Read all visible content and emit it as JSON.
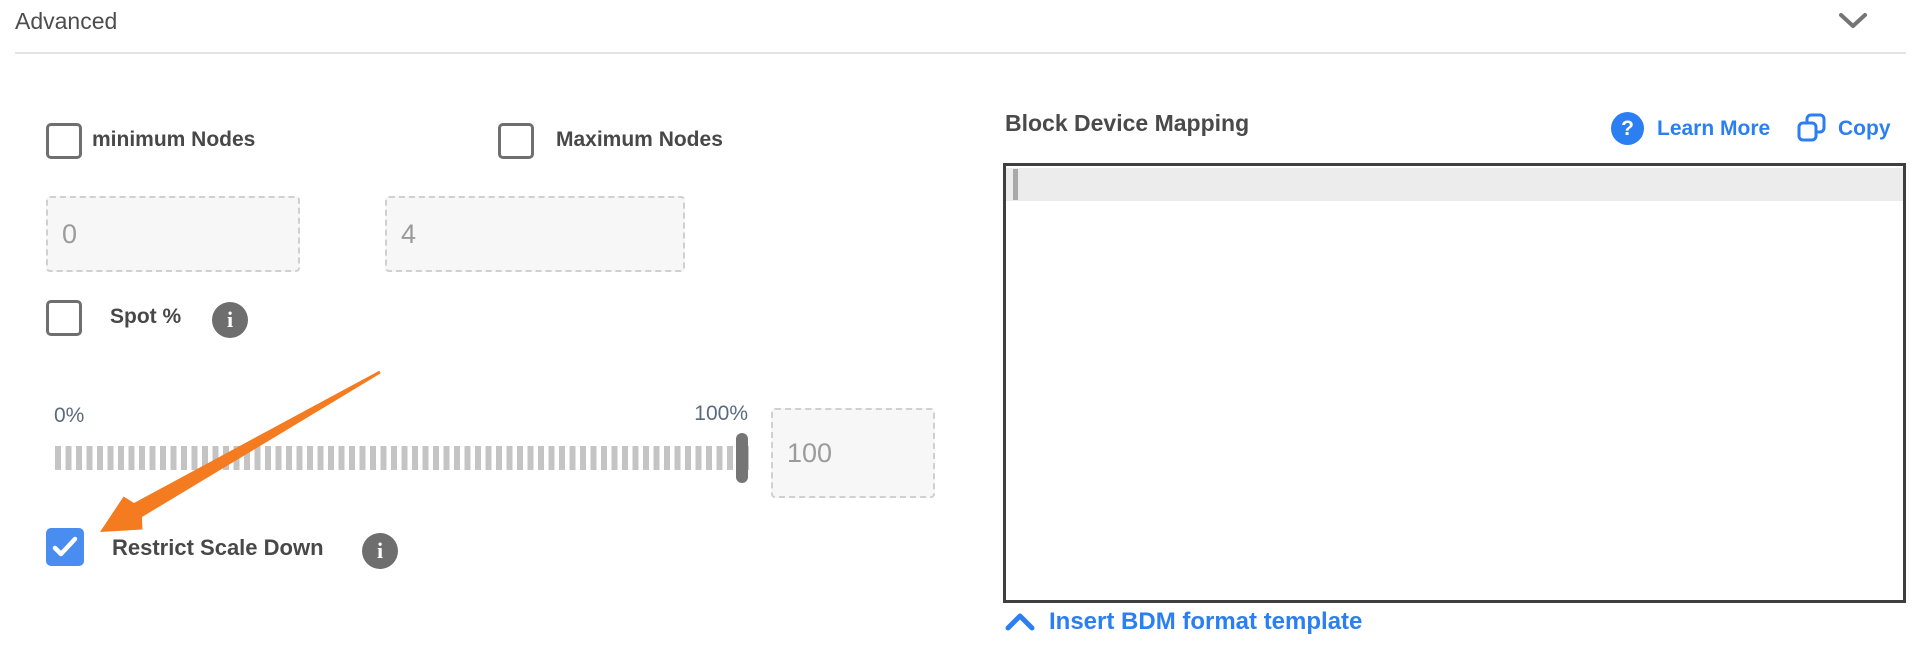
{
  "header": {
    "title": "Advanced",
    "collapse_icon": "chevron-down-icon"
  },
  "form": {
    "minimum_nodes": {
      "label": "minimum Nodes",
      "checked": false,
      "value": "0"
    },
    "maximum_nodes": {
      "label": "Maximum Nodes",
      "checked": false,
      "value": "4"
    },
    "spot": {
      "label": "Spot %",
      "checked": false,
      "info_icon": "info-icon"
    },
    "slider": {
      "min_label": "0%",
      "max_label": "100%",
      "value": "100",
      "position_percent": 100
    },
    "restrict_scale_down": {
      "label": "Restrict Scale Down",
      "checked": true,
      "info_icon": "info-icon"
    }
  },
  "bdm": {
    "title": "Block Device Mapping",
    "learn_more_label": "Learn More",
    "copy_label": "Copy",
    "editor_value": "",
    "insert_template_label": "Insert BDM format template"
  },
  "icons": {
    "info_glyph": "i",
    "help_glyph": "?"
  },
  "colors": {
    "link_blue": "#2b7ff2",
    "checked_checkbox_blue": "#4a8df0",
    "annotation_arrow_orange": "#f47b1f",
    "info_icon_gray": "#6e6e6e",
    "editor_border": "#3f3f3f",
    "active_line_gray": "#ececec",
    "slider_tick_gray": "#c4c4c4",
    "slider_handle_gray": "#757575"
  }
}
